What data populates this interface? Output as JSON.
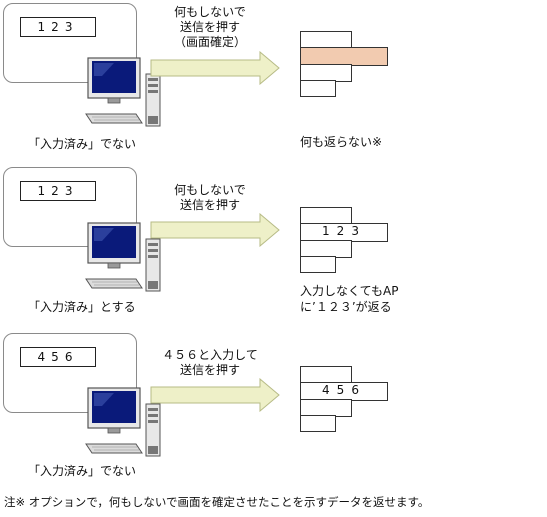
{
  "rows": [
    {
      "field_value": "123",
      "caption": "「入力済み」でない",
      "arrow_label_lines": [
        "何もしないで",
        "送信を押す",
        "（画面確定）"
      ],
      "result_lines": [
        "何も返らない※"
      ],
      "result_field_value": ""
    },
    {
      "field_value": "123",
      "caption": "「入力済み」とする",
      "arrow_label_lines": [
        "何もしないで",
        "送信を押す"
      ],
      "result_lines": [
        "入力しなくてもAP",
        "に’１２３’が返る"
      ],
      "result_field_value": "123"
    },
    {
      "field_value": "456",
      "caption": "「入力済み」でない",
      "arrow_label_lines": [
        "４５６と入力して",
        "送信を押す"
      ],
      "result_lines": [],
      "result_field_value": "456"
    }
  ],
  "footnote": "注※ オプションで，何もしないで画面を確定させたことを示すデータを返せます。",
  "colors": {
    "highlight_fill": "#f2cbb0",
    "arrow_fill": "#eef0c8",
    "arrow_stroke": "#b7bb86",
    "monitor_screen": "#0a1a7a"
  }
}
